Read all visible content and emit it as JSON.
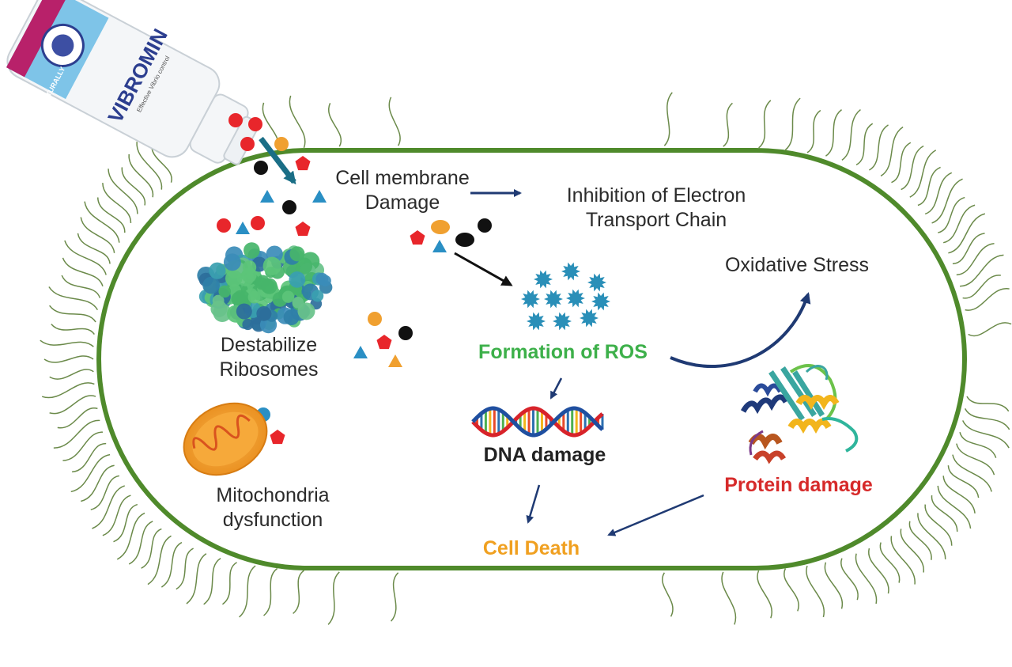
{
  "product": {
    "brand": "VIBROMIN",
    "tagline": "Effective Vibrio control",
    "side_text": "NATURALLY"
  },
  "labels": {
    "cell_membrane_damage": [
      "Cell membrane",
      "Damage"
    ],
    "inhibition_etc": [
      "Inhibition of Electron",
      "Transport Chain"
    ],
    "oxidative_stress": "Oxidative Stress",
    "destabilize_ribosomes": [
      "Destabilize",
      "Ribosomes"
    ],
    "formation_ros": "Formation of ROS",
    "dna_damage": "DNA damage",
    "mitochondria_dysfunction": [
      "Mitochondria",
      "dysfunction"
    ],
    "protein_damage": "Protein damage",
    "cell_death": "Cell Death"
  },
  "colors": {
    "cell_wall": "#4f8a2b",
    "flagella": "#6b8a4a",
    "arrow": "#1f3a73",
    "ros": "#2a8fb8",
    "ros_label": "#3db04a",
    "protein_label": "#d62a2a",
    "cell_death_label": "#f0a020",
    "particle_red": "#e8262b",
    "particle_black": "#111111",
    "particle_blue": "#2a8fc4",
    "particle_orange": "#f0a030"
  }
}
